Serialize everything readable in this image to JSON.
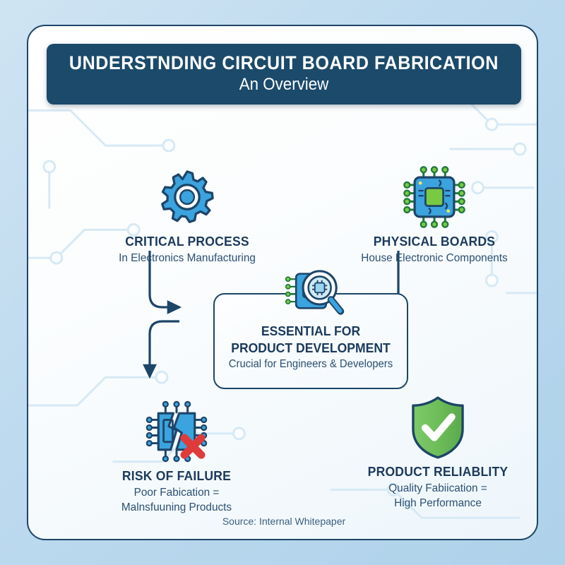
{
  "theme": {
    "navy": "#1b4a6b",
    "dark_navy": "#1d4568",
    "text_navy": "#1b3a5c",
    "blue": "#3ba3dd",
    "green": "#6abf5e",
    "red": "#e03b3b",
    "page_bg": "#bcd9ee",
    "card_bg": "#ffffff"
  },
  "header": {
    "title": "UNDERSTNDING CIRCUIT BOARD FABRICATION",
    "subtitle": "An Overview"
  },
  "nodes": {
    "critical": {
      "icon": "gear-icon",
      "title": "CRITICAL PROCESS",
      "subtitle": "In Electronics Manufacturing"
    },
    "physical": {
      "icon": "microchip-icon",
      "title": "PHYSICAL BOARDS",
      "subtitle": "House Electronic Components"
    },
    "risk": {
      "icon": "broken-chip-error-icon",
      "title": "RISK OF FAILURE",
      "subtitle_line1": "Poor Fabication =",
      "subtitle_line2": "Malnsfuuning Products"
    },
    "reliable": {
      "icon": "shield-check-icon",
      "title": "PRODUCT RELIABLITY",
      "subtitle_line1": "Quality Fabiication =",
      "subtitle_line2": "High Performance"
    }
  },
  "center": {
    "icon": "chip-magnifier-icon",
    "title_line1": "ESSENTIAL FOR",
    "title_line2": "PRODUCT DEVELOPMENT",
    "subtitle": "Crucial for Engineers & Developers"
  },
  "footer": {
    "source": "Source: Internal Whitepaper"
  }
}
